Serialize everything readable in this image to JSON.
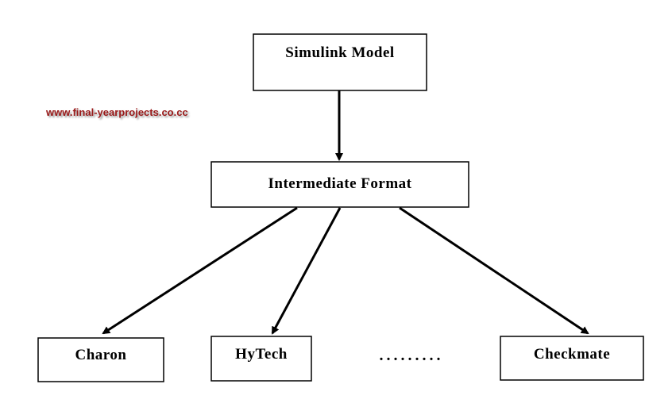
{
  "watermark": {
    "text": "www.final-yearprojects.co.cc",
    "color": "#9a1a1a"
  },
  "nodes": {
    "simulink": {
      "label": "Simulink Model"
    },
    "intermediate": {
      "label": "Intermediate Format"
    },
    "charon": {
      "label": "Charon"
    },
    "hytech": {
      "label": "HyTech"
    },
    "checkmate": {
      "label": "Checkmate"
    }
  },
  "ellipsis": {
    "text": "........."
  },
  "edges": [
    {
      "from": "Simulink Model",
      "to": "Intermediate Format"
    },
    {
      "from": "Intermediate Format",
      "to": "Charon"
    },
    {
      "from": "Intermediate Format",
      "to": "HyTech"
    },
    {
      "from": "Intermediate Format",
      "to": "Checkmate"
    }
  ]
}
